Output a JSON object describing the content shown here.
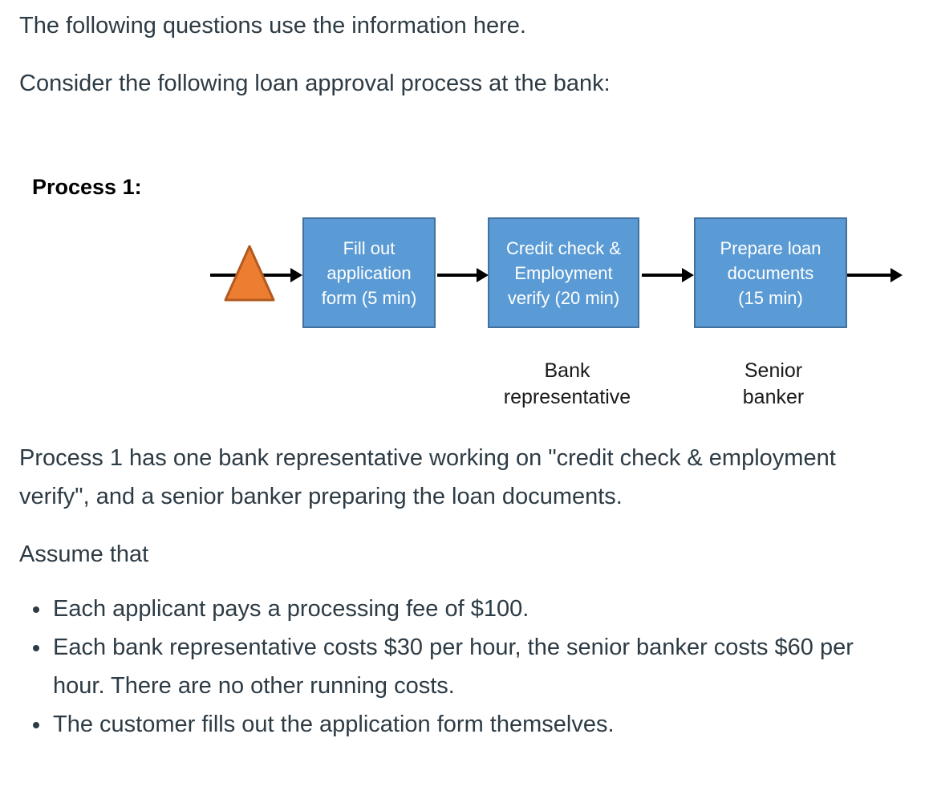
{
  "theme": {
    "background": "#FFFFFF",
    "body_text_color": "#2D3B45",
    "diagram_label_color": "#1A1A1A"
  },
  "page": {
    "intro_paragraph": "The following questions use the information here.",
    "context_paragraph": "Consider the following loan approval process at the bank:",
    "process_description": "Process 1 has one bank representative working on \"credit check & employment verify\", and a senior banker preparing the loan documents.",
    "assume_heading": "Assume that",
    "assumptions": [
      "Each applicant pays a processing fee of $100.",
      "Each bank representative costs $30 per hour, the senior banker costs $60 per hour. There are no other running costs.",
      "The customer fills out the application form themselves."
    ]
  },
  "diagram": {
    "title": "Process 1:",
    "trigger_icon": "start-triangle",
    "steps": [
      {
        "label": "Fill out\napplication\nform (5 min)",
        "duration_min": 5,
        "resource": ""
      },
      {
        "label": "Credit check &\nEmployment\nverify (20 min)",
        "duration_min": 20,
        "resource": "Bank\nrepresentative"
      },
      {
        "label": "Prepare loan\ndocuments\n(15 min)",
        "duration_min": 15,
        "resource": "Senior\nbanker"
      }
    ],
    "colors": {
      "step_fill": "#5B9BD5",
      "step_border": "#41719C",
      "trigger_fill": "#ED7D31",
      "trigger_border": "#B25A20",
      "arrow": "#000000"
    }
  }
}
